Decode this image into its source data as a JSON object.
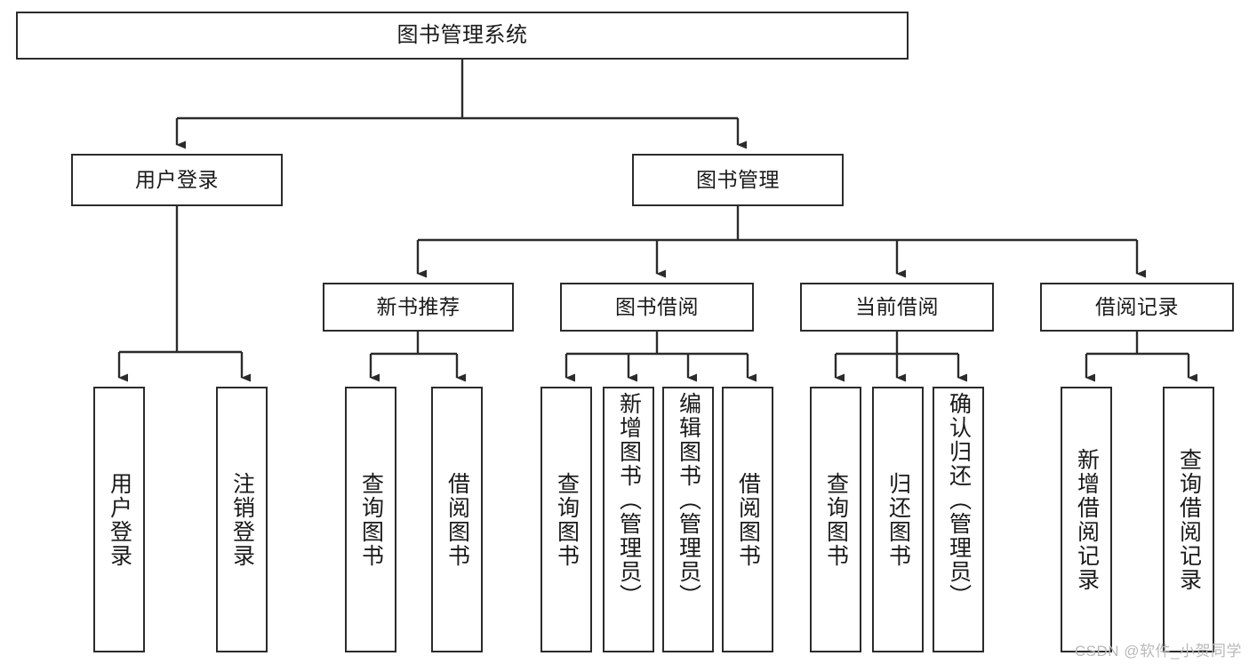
{
  "diagram": {
    "type": "tree-hierarchy",
    "orientation": "top-down",
    "root": {
      "id": "root",
      "label": "图书管理系统"
    },
    "level2": [
      {
        "id": "user-login",
        "label": "用户登录"
      },
      {
        "id": "book-manage",
        "label": "图书管理"
      }
    ],
    "level3": [
      {
        "id": "new-book-recommend",
        "label": "新书推荐",
        "parent": "book-manage"
      },
      {
        "id": "book-borrow",
        "label": "图书借阅",
        "parent": "book-manage"
      },
      {
        "id": "current-borrow",
        "label": "当前借阅",
        "parent": "book-manage"
      },
      {
        "id": "borrow-record",
        "label": "借阅记录",
        "parent": "book-manage"
      }
    ],
    "leaves": {
      "user-login": [
        {
          "id": "leaf-user-login",
          "label": "用户登录"
        },
        {
          "id": "leaf-logout",
          "label": "注销登录"
        }
      ],
      "new-book-recommend": [
        {
          "id": "leaf-query-book-1",
          "label": "查询图书"
        },
        {
          "id": "leaf-borrow-book-1",
          "label": "借阅图书"
        }
      ],
      "book-borrow": [
        {
          "id": "leaf-query-book-2",
          "label": "查询图书"
        },
        {
          "id": "leaf-add-book",
          "label": "新增图书（管理员）"
        },
        {
          "id": "leaf-edit-book",
          "label": "编辑图书（管理员）"
        },
        {
          "id": "leaf-borrow-book-2",
          "label": "借阅图书"
        }
      ],
      "current-borrow": [
        {
          "id": "leaf-query-book-3",
          "label": "查询图书"
        },
        {
          "id": "leaf-return-book",
          "label": "归还图书"
        },
        {
          "id": "leaf-confirm-return",
          "label": "确认归还（管理员）"
        }
      ],
      "borrow-record": [
        {
          "id": "leaf-add-record",
          "label": "新增借阅记录"
        },
        {
          "id": "leaf-query-record",
          "label": "查询借阅记录"
        }
      ]
    }
  },
  "watermark": {
    "text": "CSDN @软件_小贺同学"
  },
  "colors": {
    "stroke": "#2b2b2b",
    "box_fill": "#ffffff",
    "text": "#1a1a1a",
    "watermark": "#b9b9b9",
    "background": "#ffffff"
  }
}
